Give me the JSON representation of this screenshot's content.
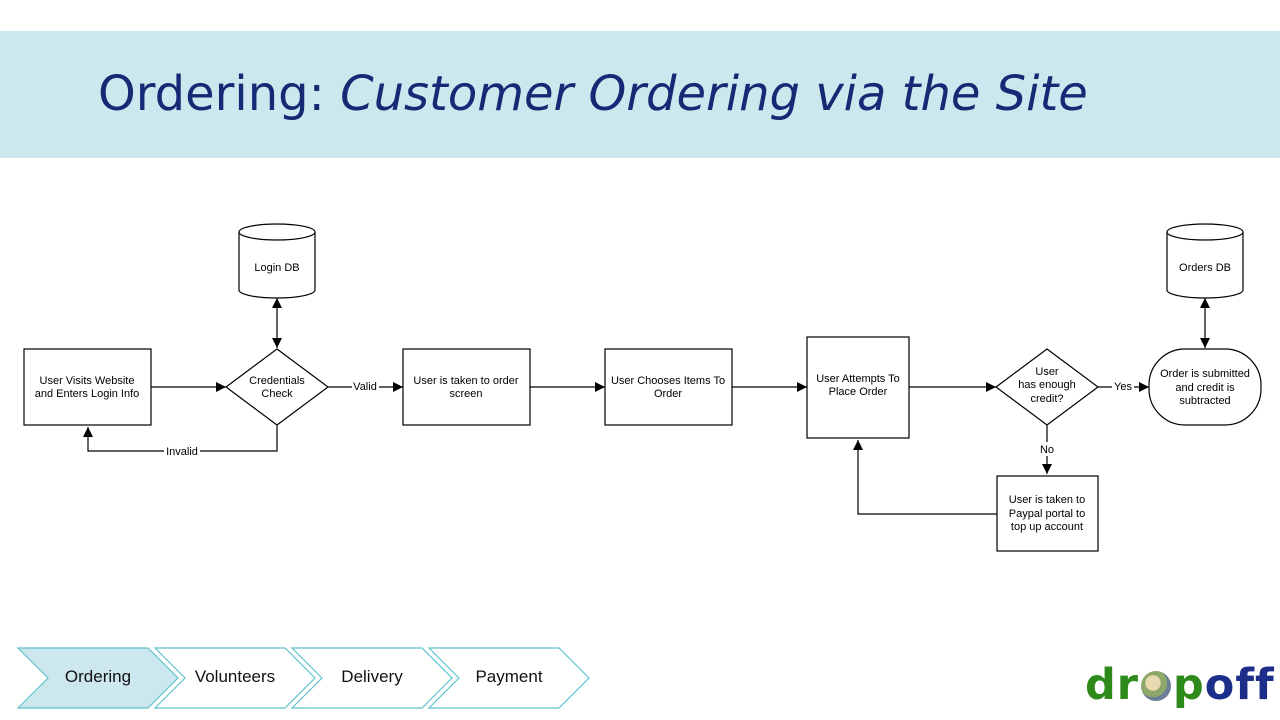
{
  "header": {
    "title_prefix": "Ordering: ",
    "title_emphasis": "Customer Ordering via the Site"
  },
  "flowchart": {
    "nodes": {
      "login_db": {
        "shape": "database",
        "lines": [
          "Login DB"
        ]
      },
      "visit": {
        "shape": "process",
        "lines": [
          "User Visits Website",
          "and Enters Login Info"
        ]
      },
      "credentials": {
        "shape": "decision",
        "lines": [
          "Credentials",
          "Check"
        ]
      },
      "order_screen": {
        "shape": "process",
        "lines": [
          "User is taken to order",
          "screen"
        ]
      },
      "choose_items": {
        "shape": "process",
        "lines": [
          "User Chooses Items To",
          "Order"
        ]
      },
      "attempt": {
        "shape": "process",
        "lines": [
          "User Attempts To",
          "Place Order"
        ]
      },
      "credit_check": {
        "shape": "decision",
        "lines": [
          "User",
          "has enough",
          "credit?"
        ]
      },
      "submitted": {
        "shape": "terminal",
        "lines": [
          "Order is submitted",
          "and credit is",
          "subtracted"
        ]
      },
      "orders_db": {
        "shape": "database",
        "lines": [
          "Orders DB"
        ]
      },
      "paypal": {
        "shape": "process",
        "lines": [
          "User is taken to",
          "Paypal portal to",
          "top up account"
        ]
      }
    },
    "edge_labels": {
      "valid": "Valid",
      "invalid": "Invalid",
      "yes": "Yes",
      "no": "No"
    }
  },
  "breadcrumbs": [
    {
      "label": "Ordering",
      "active": true
    },
    {
      "label": "Volunteers",
      "active": false
    },
    {
      "label": "Delivery",
      "active": false
    },
    {
      "label": "Payment",
      "active": false
    }
  ],
  "logo": {
    "part1": "dr",
    "part2": "p",
    "part3": "off"
  },
  "colors": {
    "title_band": "#cce8ee",
    "title_text": "#142a75",
    "crumb_active_fill": "#cce8ee",
    "crumb_stroke": "#5fc2cc",
    "logo_green": "#2f8a1c",
    "logo_blue": "#1c2d8a"
  }
}
